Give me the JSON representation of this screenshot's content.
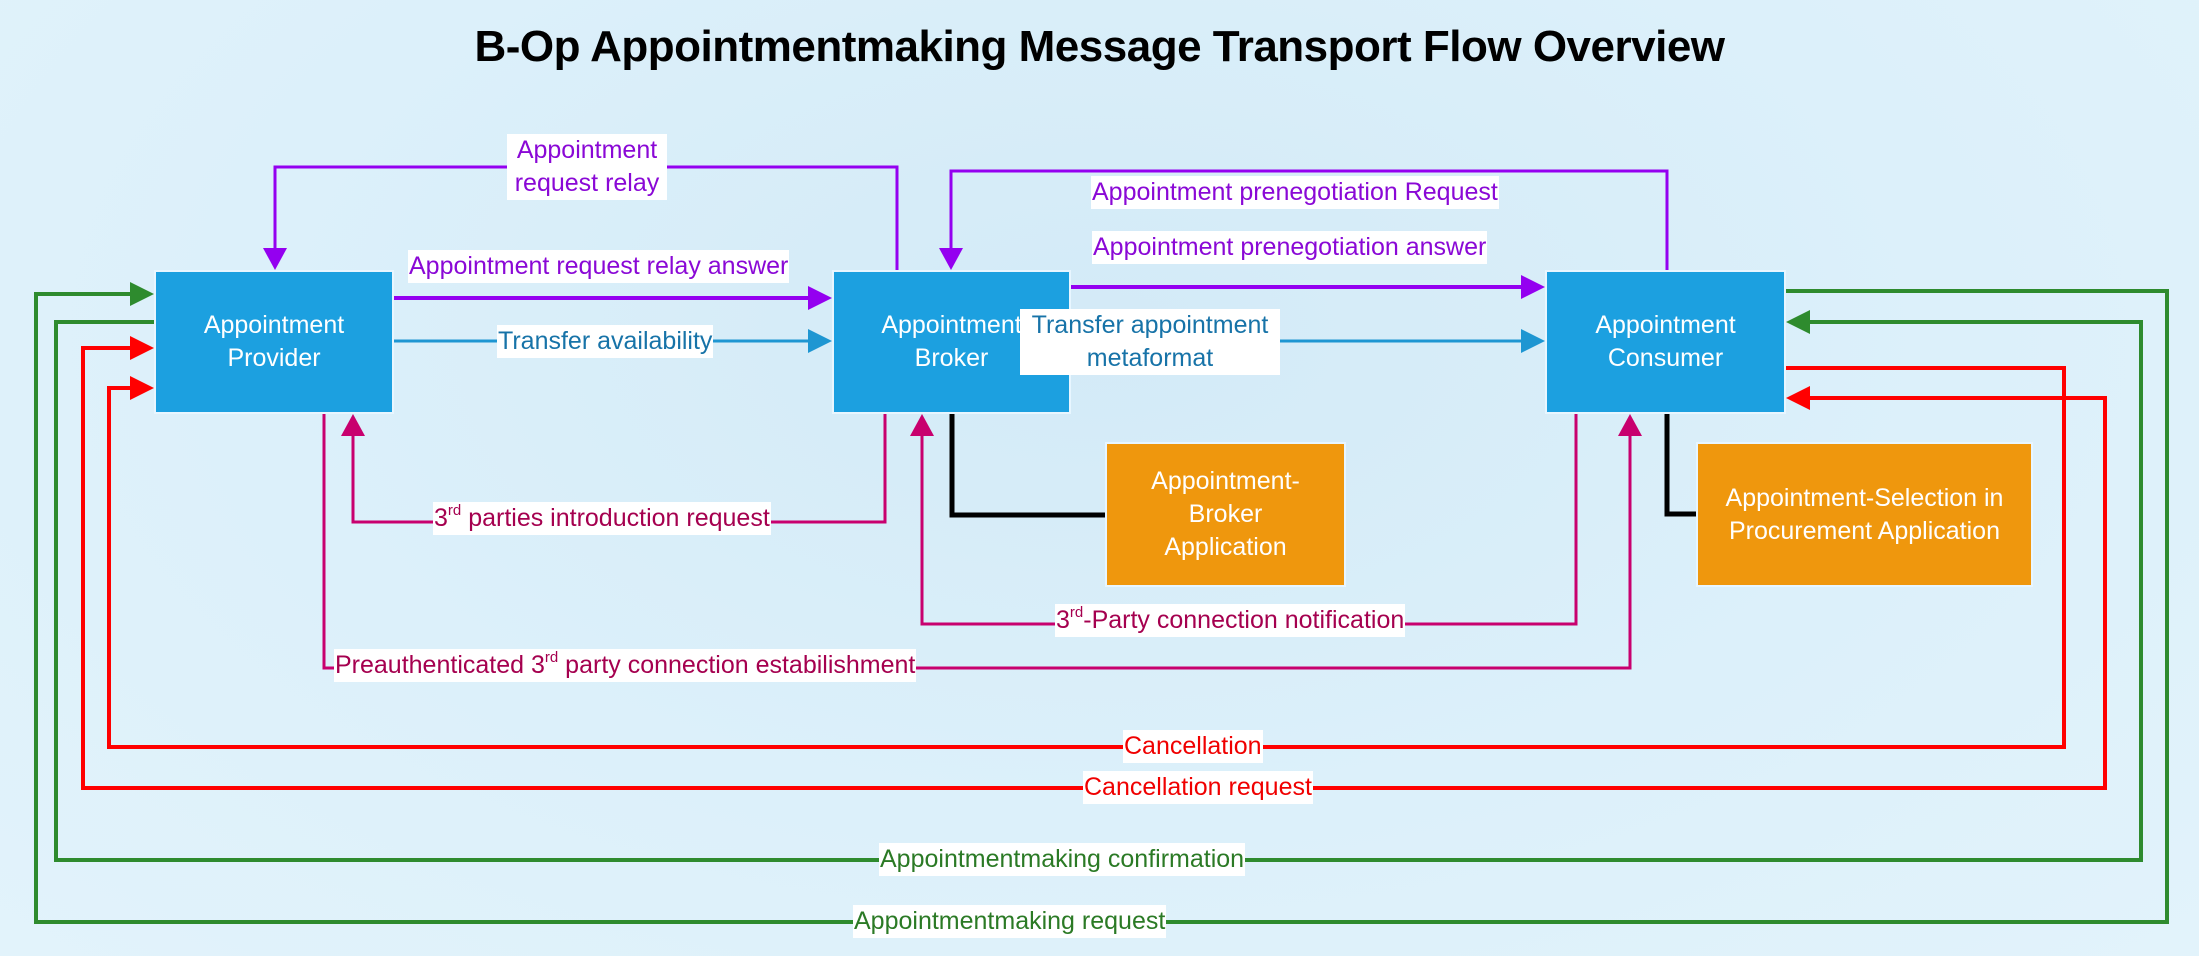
{
  "title": "B-Op Appointmentmaking Message Transport Flow Overview",
  "colors": {
    "node_primary": "#1ca0e0",
    "node_secondary": "#ef970d",
    "relay": "#9400f0",
    "transfer": "#1e96d2",
    "third_party": "#c8006e",
    "cancellation": "#ff0000",
    "appointmentmaking": "#2e8b2e",
    "link": "#000000"
  },
  "nodes": {
    "provider": "Appointment Provider",
    "broker": "Appointment Broker",
    "consumer": "Appointment Consumer",
    "broker_app": "Appointment- Broker Application",
    "consumer_app": "Appointment-Selection in Procurement Application"
  },
  "flows": {
    "request_relay": {
      "text": "Appointment request relay",
      "from": "Appointment Broker",
      "to": "Appointment Provider"
    },
    "request_relay_answer": {
      "text": "Appointment request relay answer",
      "from": "Appointment Provider",
      "to": "Appointment Broker"
    },
    "transfer_availability": {
      "text": "Transfer availability",
      "from": "Appointment Provider",
      "to": "Appointment Broker"
    },
    "prenegotiation_request": {
      "text": "Appointment prenegotiation Request",
      "from": "Appointment Consumer",
      "to": "Appointment Broker"
    },
    "prenegotiation_answer": {
      "text": "Appointment prenegotiation answer",
      "from": "Appointment Broker",
      "to": "Appointment Consumer"
    },
    "transfer_metaformat": {
      "text": "Transfer appointment metaformat",
      "from": "Appointment Broker",
      "to": "Appointment Consumer"
    },
    "third_parties_intro": {
      "num": "3",
      "sup": "rd",
      "text": " parties introduction request",
      "from": "Appointment Broker",
      "to": "Appointment Provider"
    },
    "third_party_notification": {
      "num": "3",
      "sup": "rd",
      "text": "-Party connection notification",
      "from": "Appointment Consumer",
      "to": "Appointment Broker"
    },
    "preauth_connection": {
      "pre": "Preauthenticated 3",
      "sup": "rd",
      "text": " party connection estabilishment",
      "from": "Appointment Provider",
      "to": "Appointment Consumer"
    },
    "cancellation": {
      "text": "Cancellation",
      "from": "Appointment Consumer",
      "to": "Appointment Provider"
    },
    "cancellation_request": {
      "text": "Cancellation request",
      "from": "Appointment Consumer",
      "to": "Appointment Provider"
    },
    "confirmation": {
      "text": "Appointmentmaking confirmation",
      "from": "Appointment Provider",
      "to": "Appointment Consumer"
    },
    "am_request": {
      "text": "Appointmentmaking request",
      "from": "Appointment Consumer",
      "to": "Appointment Provider"
    }
  }
}
